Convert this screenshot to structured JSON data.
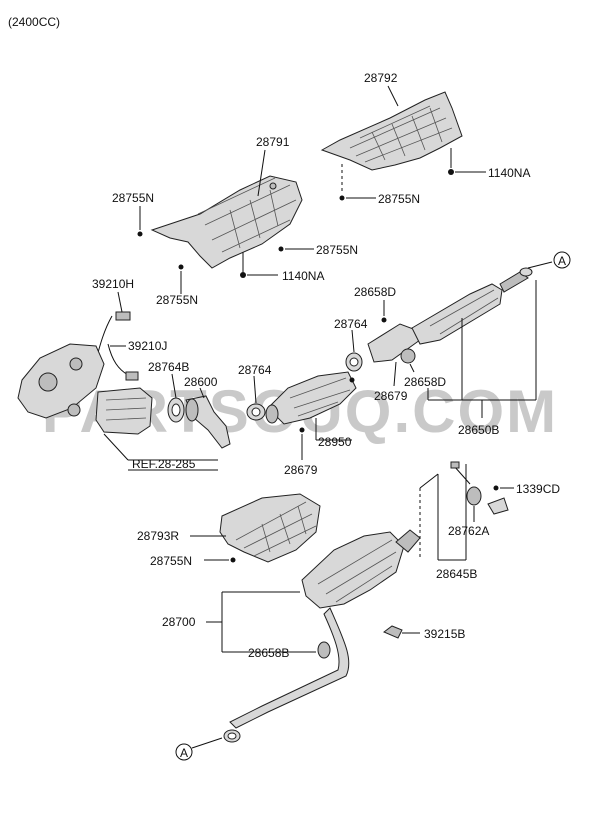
{
  "header": {
    "engine": "(2400CC)"
  },
  "watermark": "PARTSOUQ.COM",
  "ref": "REF.28-285",
  "labels": {
    "l28792": "28792",
    "l28791": "28791",
    "l1140NA_a": "1140NA",
    "l1140NA_b": "1140NA",
    "l28755N_a": "28755N",
    "l28755N_b": "28755N",
    "l28755N_c": "28755N",
    "l28755N_d": "28755N",
    "l28755N_e": "28755N",
    "l39210H": "39210H",
    "l39210J": "39210J",
    "l28658D_a": "28658D",
    "l28658D_b": "28658D",
    "l28764_a": "28764",
    "l28764_b": "28764",
    "l28764B": "28764B",
    "l28600": "28600",
    "l28679_a": "28679",
    "l28679_b": "28679",
    "l28950": "28950",
    "l28650B": "28650B",
    "l1339CD": "1339CD",
    "l28762A": "28762A",
    "l28645B": "28645B",
    "l28793R": "28793R",
    "l28700": "28700",
    "l39215B": "39215B",
    "l28658B": "28658B",
    "circleA_top": "A",
    "circleA_bottom": "A"
  }
}
